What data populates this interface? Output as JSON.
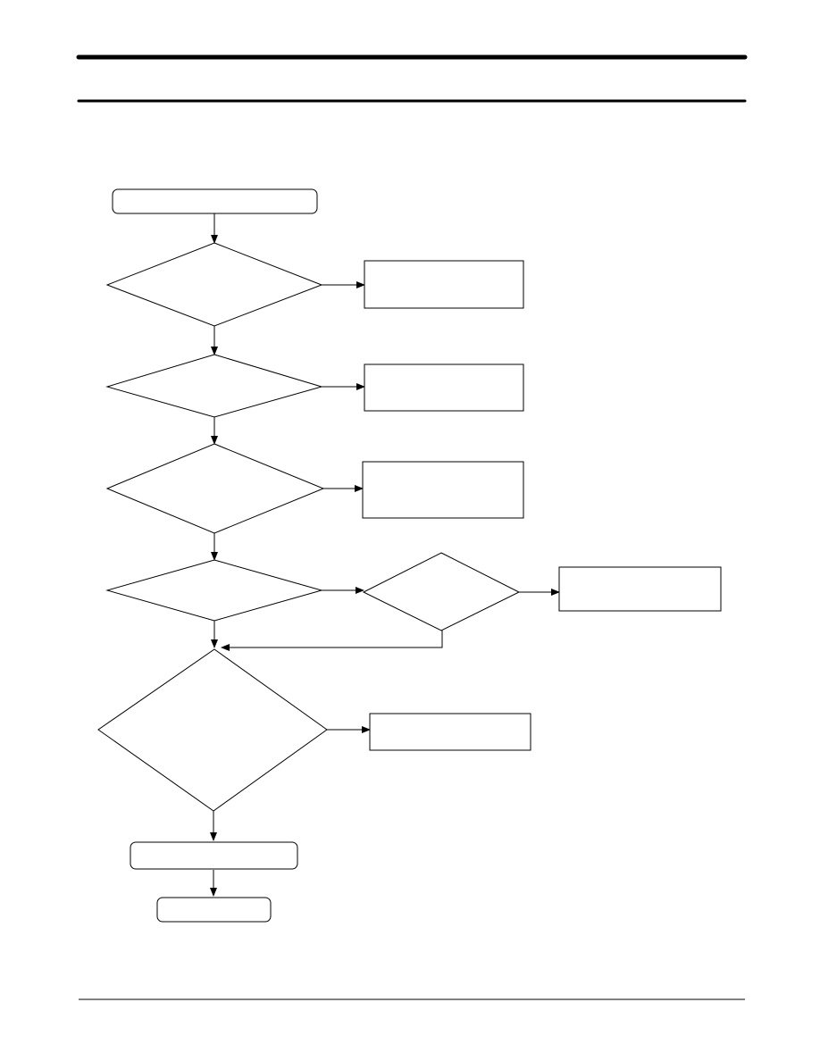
{
  "diagram": {
    "nodes": [
      {
        "id": "start",
        "shape": "rounded-rect",
        "text": ""
      },
      {
        "id": "decision-1",
        "shape": "diamond",
        "text": ""
      },
      {
        "id": "action-1",
        "shape": "rect",
        "text": ""
      },
      {
        "id": "decision-2",
        "shape": "diamond",
        "text": ""
      },
      {
        "id": "action-2",
        "shape": "rect",
        "text": ""
      },
      {
        "id": "decision-3",
        "shape": "diamond",
        "text": ""
      },
      {
        "id": "action-3",
        "shape": "rect",
        "text": ""
      },
      {
        "id": "decision-4",
        "shape": "diamond",
        "text": ""
      },
      {
        "id": "decision-4b",
        "shape": "diamond",
        "text": ""
      },
      {
        "id": "action-4",
        "shape": "rect",
        "text": ""
      },
      {
        "id": "decision-5",
        "shape": "diamond",
        "text": ""
      },
      {
        "id": "action-5",
        "shape": "rect",
        "text": ""
      },
      {
        "id": "step-final",
        "shape": "rounded-rect",
        "text": ""
      },
      {
        "id": "end",
        "shape": "rounded-rect",
        "text": ""
      }
    ],
    "edges": [
      {
        "from": "start",
        "to": "decision-1"
      },
      {
        "from": "decision-1",
        "to": "action-1"
      },
      {
        "from": "decision-1",
        "to": "decision-2"
      },
      {
        "from": "decision-2",
        "to": "action-2"
      },
      {
        "from": "decision-2",
        "to": "decision-3"
      },
      {
        "from": "decision-3",
        "to": "action-3"
      },
      {
        "from": "decision-3",
        "to": "decision-4"
      },
      {
        "from": "decision-4",
        "to": "decision-4b"
      },
      {
        "from": "decision-4b",
        "to": "action-4"
      },
      {
        "from": "decision-4b",
        "to": "decision-5"
      },
      {
        "from": "decision-4",
        "to": "decision-5"
      },
      {
        "from": "decision-5",
        "to": "action-5"
      },
      {
        "from": "decision-5",
        "to": "step-final"
      },
      {
        "from": "step-final",
        "to": "end"
      }
    ]
  }
}
